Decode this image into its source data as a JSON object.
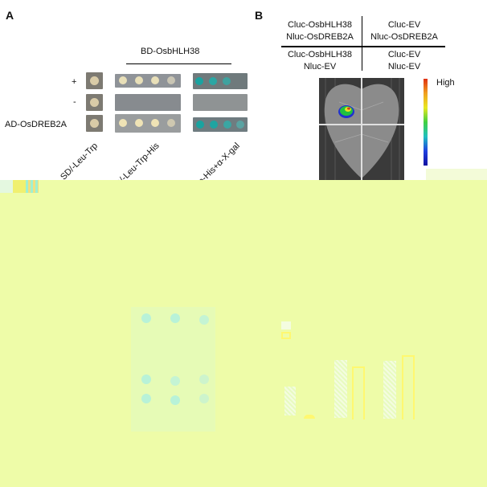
{
  "panel_a": {
    "letter": "A",
    "bait_label": "BD-OsbHLH38",
    "rows": [
      "+",
      "-",
      "AD-OsDREB2A"
    ],
    "media": [
      "SD/-Leu-Trp",
      "SD/-Leu-Trp-His",
      "SD/-Leu-Trp-His+α-X-gal"
    ]
  },
  "panel_b": {
    "letter": "B",
    "quadrants": [
      {
        "line1": "Cluc-OsbHLH38",
        "line2": "Nluc-OsDREB2A"
      },
      {
        "line1": "Cluc-EV",
        "line2": "Nluc-OsDREB2A"
      },
      {
        "line1": "Cluc-OsbHLH38",
        "line2": "Nluc-EV"
      },
      {
        "line1": "Cluc-EV",
        "line2": "Nluc-EV"
      }
    ],
    "scale_high": "High"
  },
  "colors": {
    "corrupt_fill": "#eefca8",
    "xgal_blue": "#1aa3a0",
    "plate_grey": "#8a8c8e"
  }
}
